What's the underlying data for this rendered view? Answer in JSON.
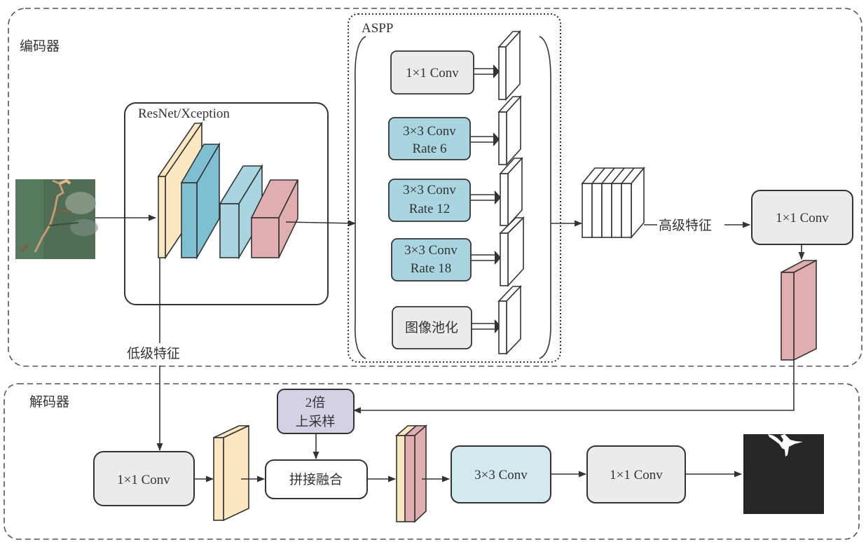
{
  "title": "DeepLabV3+ encoder-decoder architecture",
  "encoder": {
    "label": "编码器",
    "backbone": {
      "label": "ResNet/Xception"
    },
    "input_image": {
      "description": "satellite image of forested mountain with landslide scars"
    },
    "aspp": {
      "label": "ASPP",
      "branches": [
        {
          "line1": "1×1 Conv",
          "line2": "",
          "color": "#ebebee"
        },
        {
          "line1": "3×3 Conv",
          "line2": "Rate 6",
          "color": "#a8d5e0"
        },
        {
          "line1": "3×3 Conv",
          "line2": "Rate 12",
          "color": "#a8d5e0"
        },
        {
          "line1": "3×3 Conv",
          "line2": "Rate 18",
          "color": "#a8d5e0"
        },
        {
          "line1": "图像池化",
          "line2": "",
          "color": "#ebebee"
        }
      ]
    },
    "high_level_label": "高级特征",
    "conv1x1": {
      "label": "1×1 Conv"
    },
    "low_level_label": "低级特征"
  },
  "decoder": {
    "label": "解码器",
    "upsample": {
      "line1": "2倍",
      "line2": "上采样"
    },
    "conv1x1": {
      "label": "1×1 Conv"
    },
    "concat": {
      "label": "拼接融合"
    },
    "conv3x3": {
      "label": "3×3 Conv"
    },
    "conv1x1_final": {
      "label": "1×1 Conv"
    },
    "output_mask": {
      "description": "binary segmentation mask, white landslide on black"
    }
  },
  "colors": {
    "yellow": "#fbe8c0",
    "blue_dark": "#7ec0d2",
    "blue_light": "#a8d5e0",
    "pink": "#e0aeb0",
    "gray_box": "#ebebee",
    "purple_box": "#d4d1e4",
    "light_blue_box": "#d2e9ef",
    "line": "#333333"
  }
}
